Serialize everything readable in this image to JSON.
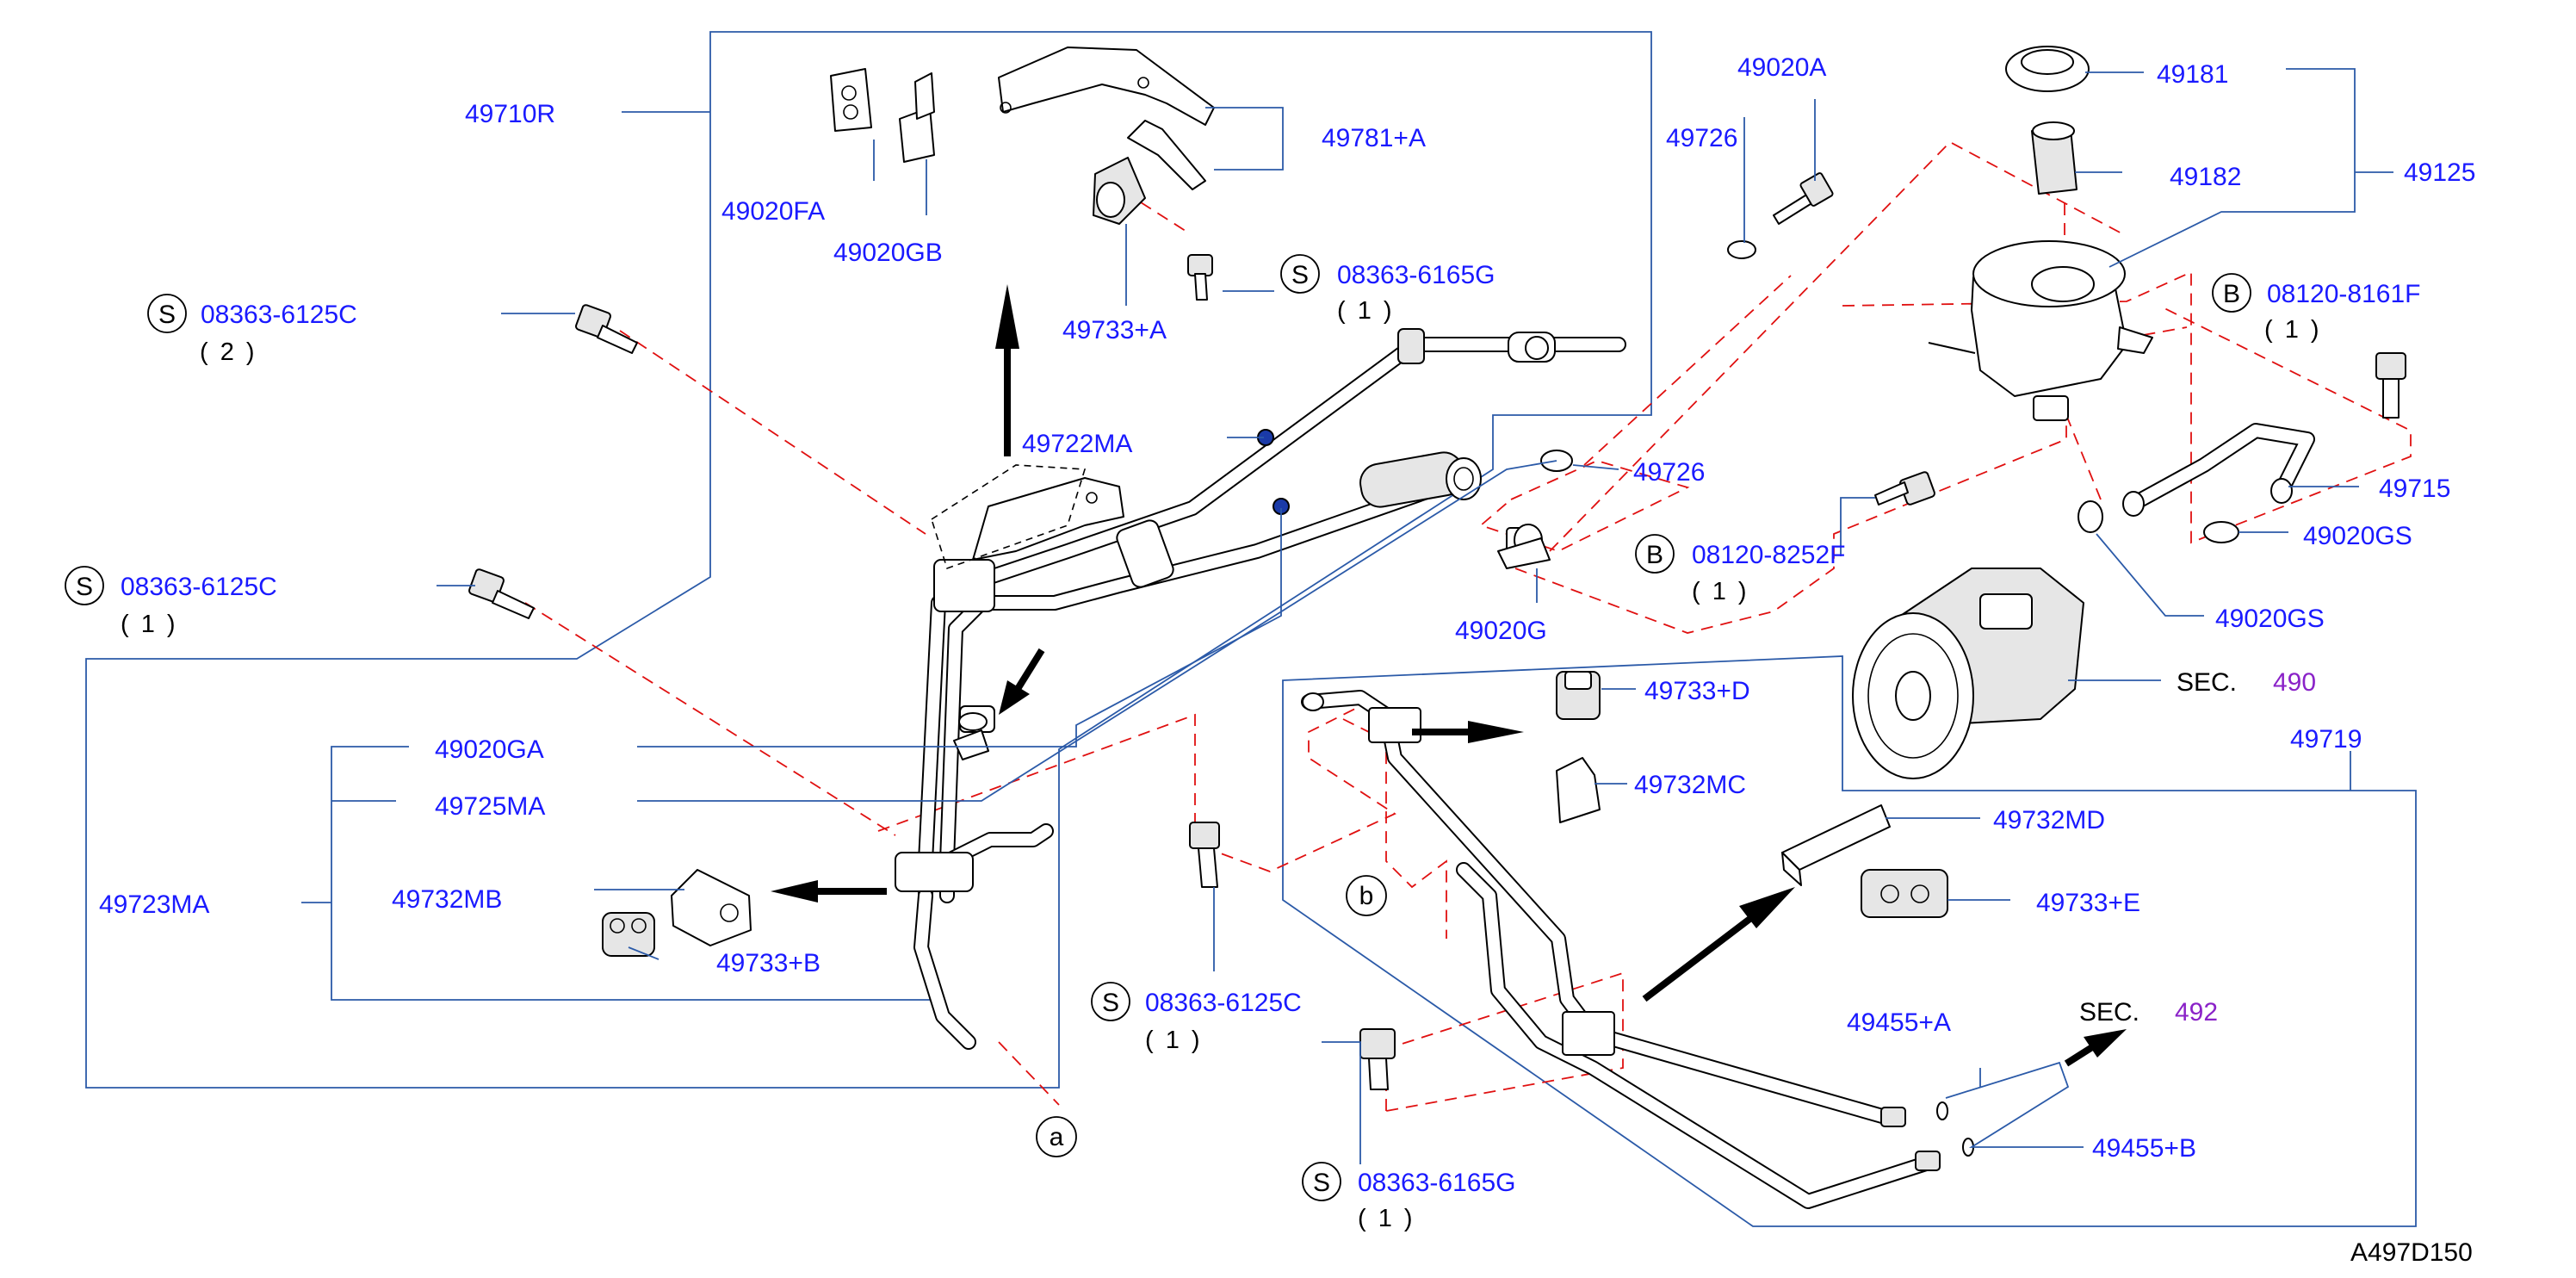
{
  "colors": {
    "label_blue": "#1a1aff",
    "section_purple": "#8a22c8",
    "leader_blue": "#2b5aa8",
    "dash_red": "#e01010",
    "text_black": "#000000"
  },
  "parts": {
    "p49710R": "49710R",
    "p49020FA": "49020FA",
    "p49020GB": "49020GB",
    "p49781A": "49781+A",
    "p49733A": "49733+A",
    "p49722MA": "49722MA",
    "p49020GA": "49020GA",
    "p49725MA": "49725MA",
    "p49723MA": "49723MA",
    "p49732MB": "49732MB",
    "p49733B": "49733+B",
    "p49020A": "49020A",
    "p49726a": "49726",
    "p49726b": "49726",
    "p49020G": "49020G",
    "p49181": "49181",
    "p49182": "49182",
    "p49125": "49125",
    "p49715": "49715",
    "p49020GSa": "49020GS",
    "p49020GSb": "49020GS",
    "p49733D": "49733+D",
    "p49732MC": "49732MC",
    "p49719": "49719",
    "p49732MD": "49732MD",
    "p49733E": "49733+E",
    "p49455A": "49455+A",
    "p49455B": "49455+B"
  },
  "fasteners": {
    "f1": {
      "letter": "S",
      "code": "08363-6125C",
      "qty": "( 2 )"
    },
    "f2": {
      "letter": "S",
      "code": "08363-6125C",
      "qty": "( 1 )"
    },
    "f3": {
      "letter": "S",
      "code": "08363-6165G",
      "qty": "( 1 )"
    },
    "f4": {
      "letter": "B",
      "code": "08120-8161F",
      "qty": "( 1 )"
    },
    "f5": {
      "letter": "B",
      "code": "08120-8252F",
      "qty": "( 1 )"
    },
    "f6": {
      "letter": "S",
      "code": "08363-6125C",
      "qty": "( 1 )"
    },
    "f7": {
      "letter": "S",
      "code": "08363-6165G",
      "qty": "( 1 )"
    }
  },
  "sections": {
    "s490": {
      "prefix": "SEC.",
      "number": "490"
    },
    "s492": {
      "prefix": "SEC.",
      "number": "492"
    }
  },
  "callouts": {
    "a": "a",
    "b": "b"
  },
  "diagram_id": "A497D150"
}
